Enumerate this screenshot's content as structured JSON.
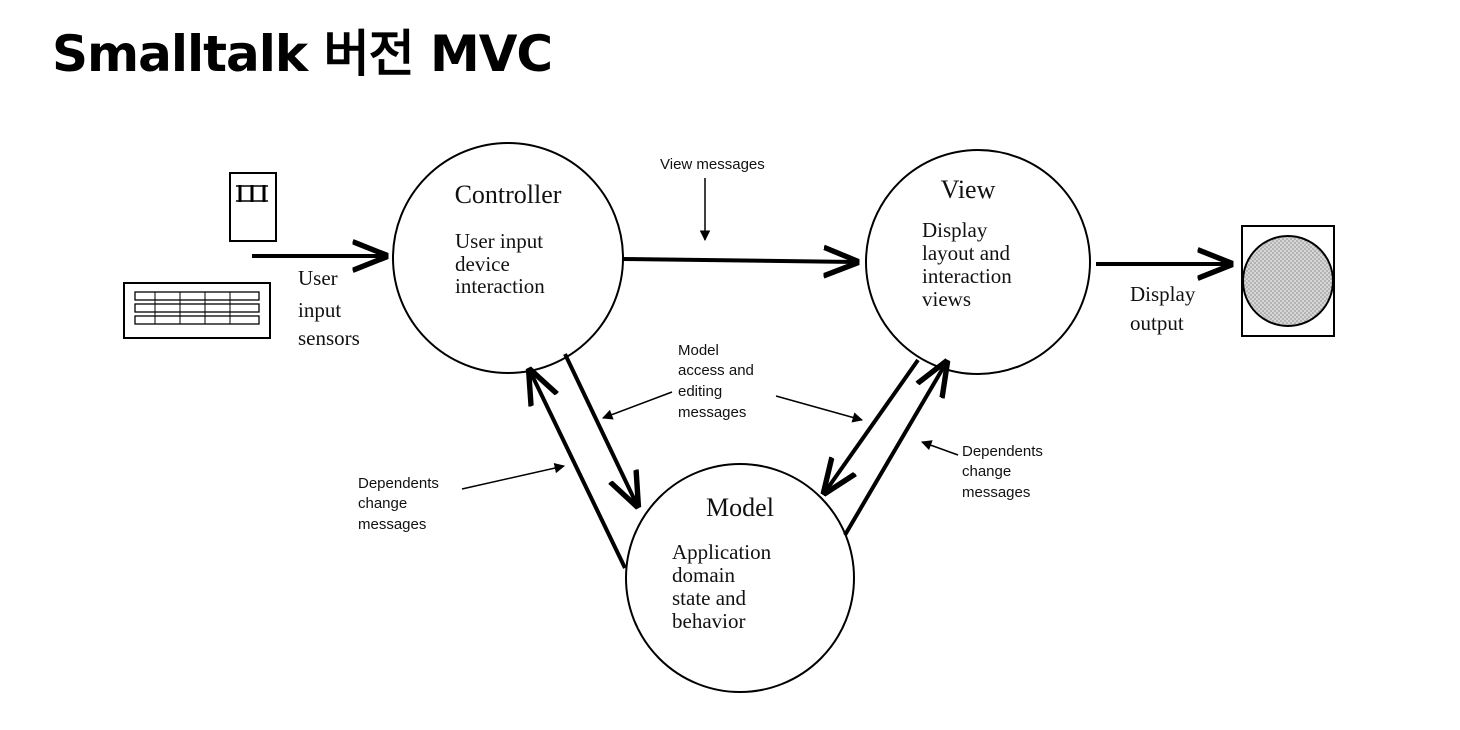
{
  "slide": {
    "title": "Smalltalk 버전 MVC"
  },
  "diagram": {
    "controller": {
      "name": "Controller",
      "lines": [
        "User input",
        "device",
        "interaction"
      ]
    },
    "view": {
      "name": "View",
      "lines": [
        "Display",
        "layout and",
        "interaction",
        "views"
      ]
    },
    "model": {
      "name": "Model",
      "lines": [
        "Application",
        "domain",
        "state and",
        "behavior"
      ]
    },
    "user_input_label": [
      "User",
      "input",
      "sensors"
    ],
    "display_output_label": [
      "Display",
      "output"
    ],
    "view_messages_label": "View  messages",
    "model_access_label": [
      "Model",
      "access and",
      "editing",
      "messages"
    ],
    "dependents_left_label": [
      "Dependents",
      "change",
      "messages"
    ],
    "dependents_right_label": [
      "Dependents",
      "change",
      "messages"
    ],
    "mouse_icon": "mouse-icon",
    "keyboard_icon": "keyboard-icon",
    "monitor_icon": "monitor-icon"
  }
}
